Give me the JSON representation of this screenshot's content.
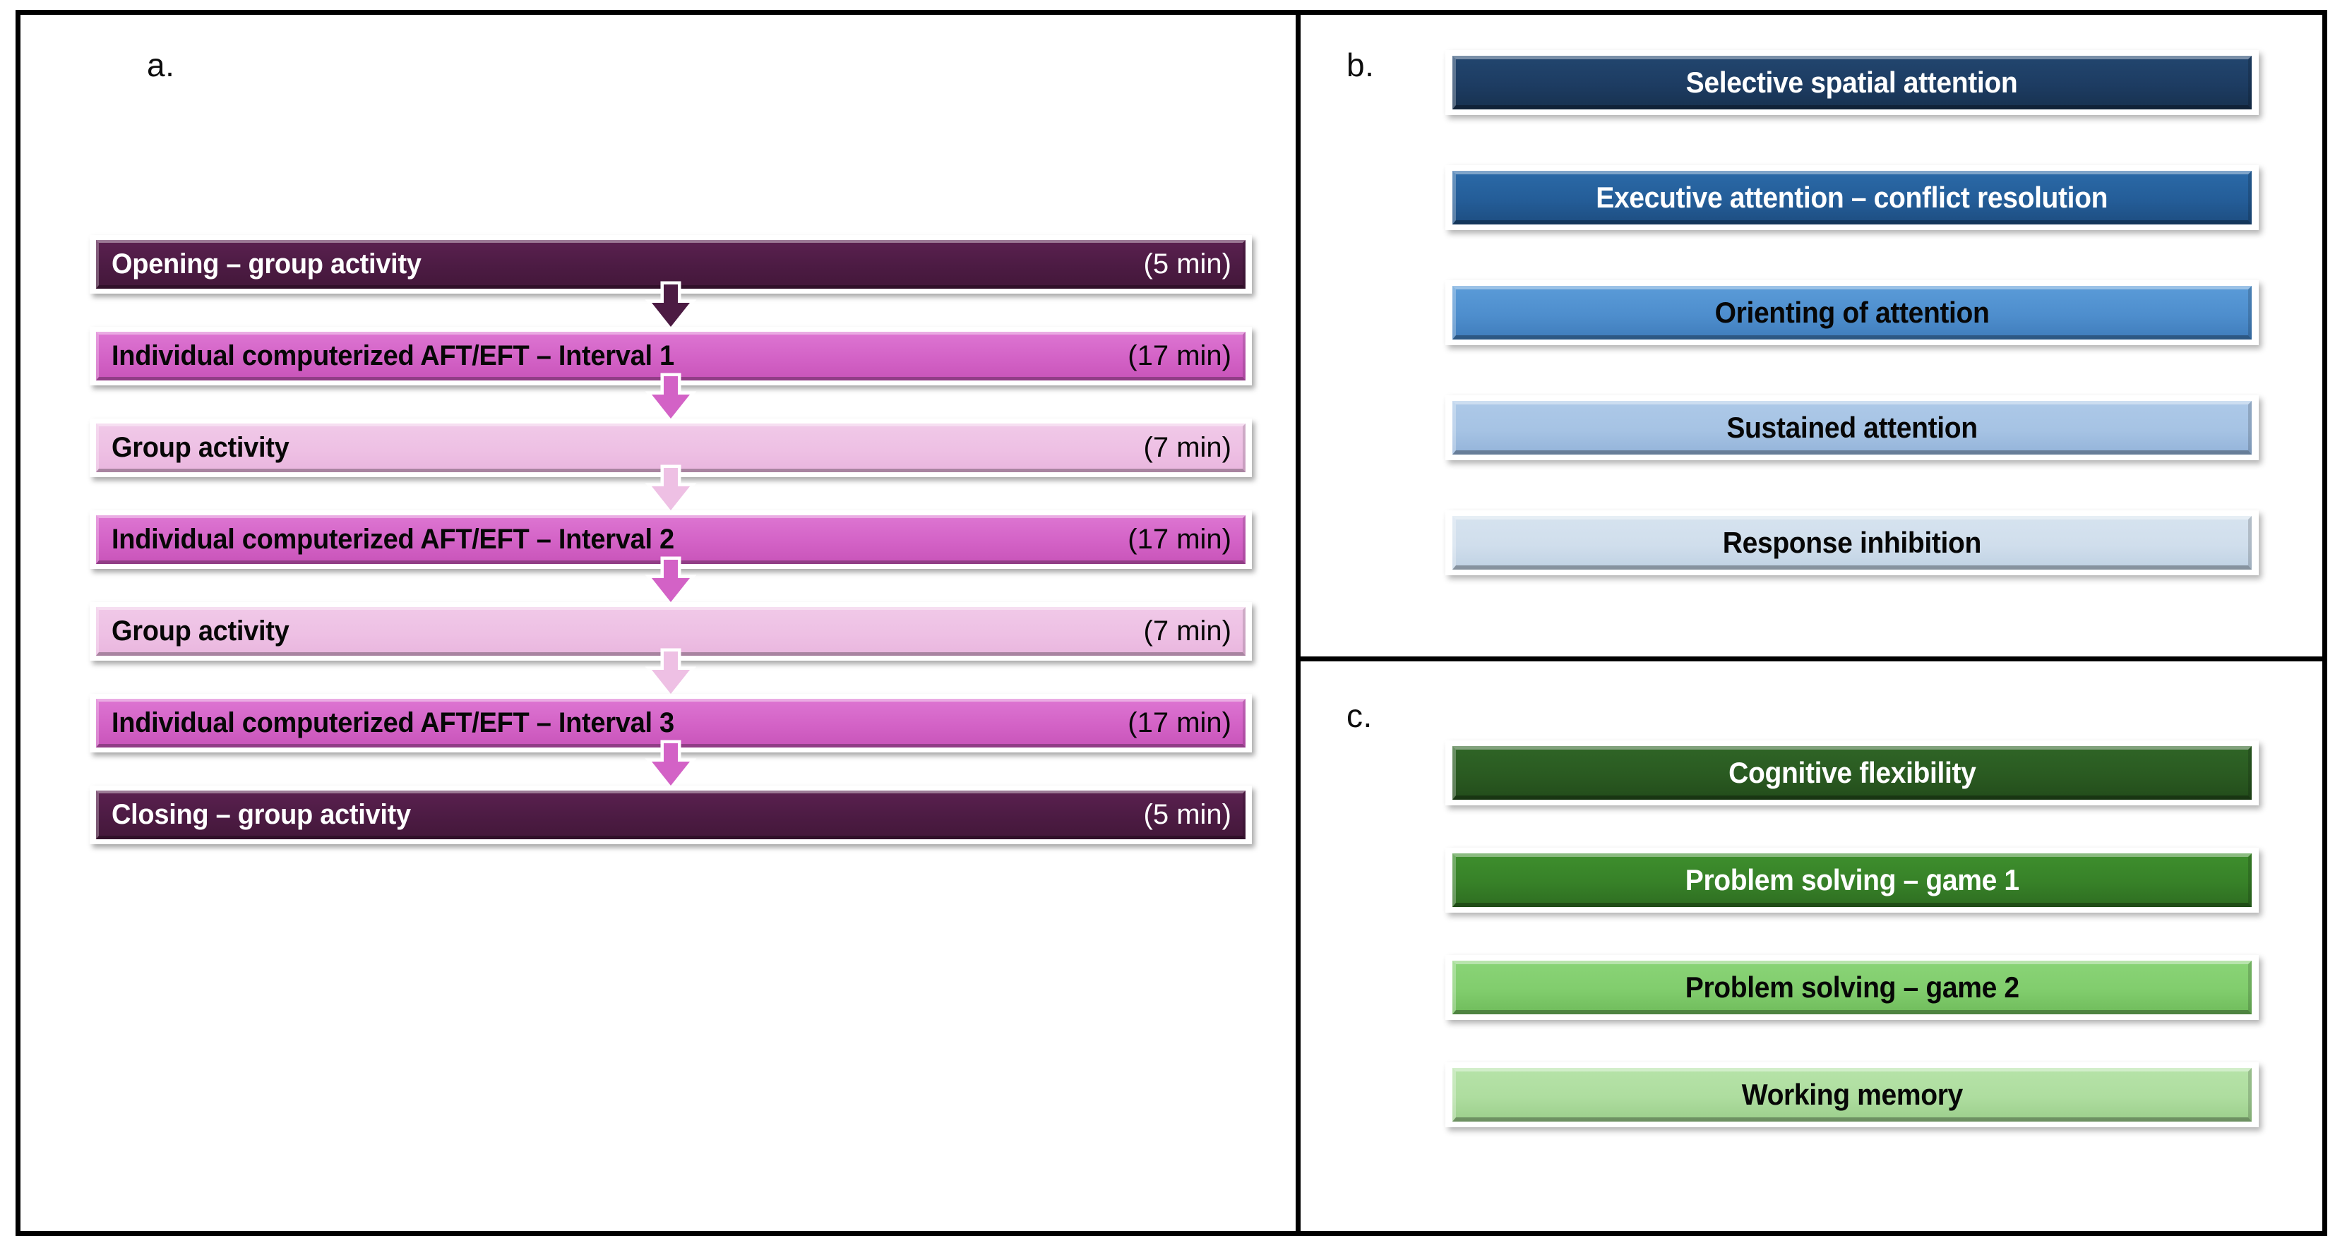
{
  "figure": {
    "panels": [
      {
        "letter": "a.",
        "name": "session-protocol-timeline"
      },
      {
        "letter": "b.",
        "name": "attention-domains"
      },
      {
        "letter": "c.",
        "name": "executive-function-domains"
      }
    ]
  },
  "panel_a": {
    "label": "a.",
    "steps": [
      {
        "title": "Opening – group activity",
        "duration": "(5 min)",
        "color": "#4c1b43",
        "text_color": "#ffffff",
        "shade": "c-dark",
        "text": "t-white",
        "arrow_color": "#4c1b43",
        "has_arrow": true
      },
      {
        "title": "Individual computerized AFT/EFT – Interval 1",
        "duration": "(17 min)",
        "color": "#d362c6",
        "text_color": "#070707",
        "shade": "c-magenta",
        "text": "t-black",
        "arrow_color": "#d362c6",
        "has_arrow": true
      },
      {
        "title": "Group activity",
        "duration": "(7 min)",
        "color": "#eec0e4",
        "text_color": "#070707",
        "shade": "c-light",
        "text": "t-black",
        "arrow_color": "#eec0e4",
        "has_arrow": true
      },
      {
        "title": "Individual computerized AFT/EFT – Interval 2",
        "duration": "(17 min)",
        "color": "#d362c6",
        "text_color": "#070707",
        "shade": "c-magenta",
        "text": "t-black",
        "arrow_color": "#d362c6",
        "has_arrow": true
      },
      {
        "title": "Group activity",
        "duration": "(7 min)",
        "color": "#eec0e4",
        "text_color": "#070707",
        "shade": "c-light",
        "text": "t-black",
        "arrow_color": "#eec0e4",
        "has_arrow": true
      },
      {
        "title": "Individual computerized AFT/EFT – Interval 3",
        "duration": "(17 min)",
        "color": "#d362c6",
        "text_color": "#070707",
        "shade": "c-magenta",
        "text": "t-black",
        "arrow_color": "#d362c6",
        "has_arrow": true
      },
      {
        "title": "Closing – group activity",
        "duration": "(5 min)",
        "color": "#4c1b43",
        "text_color": "#ffffff",
        "shade": "c-dark",
        "text": "t-white",
        "arrow_color": "",
        "has_arrow": false
      }
    ]
  },
  "panel_b": {
    "label": "b.",
    "items": [
      {
        "label": "Selective spatial attention",
        "color": "#1d3c62",
        "text_color": "#ffffff",
        "shade": "b1",
        "text": "t-white"
      },
      {
        "label": "Executive attention – conflict resolution",
        "color": "#245d98",
        "text_color": "#ffffff",
        "shade": "b2",
        "text": "t-white"
      },
      {
        "label": "Orienting of attention",
        "color": "#4e8ecd",
        "text_color": "#070707",
        "shade": "b3",
        "text": "t-black"
      },
      {
        "label": "Sustained attention",
        "color": "#a6c3e4",
        "text_color": "#070707",
        "shade": "b4",
        "text": "t-black"
      },
      {
        "label": "Response inhibition",
        "color": "#d0deec",
        "text_color": "#070707",
        "shade": "b5",
        "text": "t-black"
      }
    ]
  },
  "panel_c": {
    "label": "c.",
    "items": [
      {
        "label": "Cognitive flexibility",
        "color": "#2a5a21",
        "text_color": "#ffffff",
        "shade": "g1",
        "text": "t-white"
      },
      {
        "label": "Problem solving – game 1",
        "color": "#378128",
        "text_color": "#ffffff",
        "shade": "g2",
        "text": "t-white"
      },
      {
        "label": "Problem solving – game 2",
        "color": "#81cd6d",
        "text_color": "#070707",
        "shade": "g3",
        "text": "t-black"
      },
      {
        "label": "Working memory",
        "color": "#aedd9f",
        "text_color": "#070707",
        "shade": "g4",
        "text": "t-black"
      }
    ]
  }
}
